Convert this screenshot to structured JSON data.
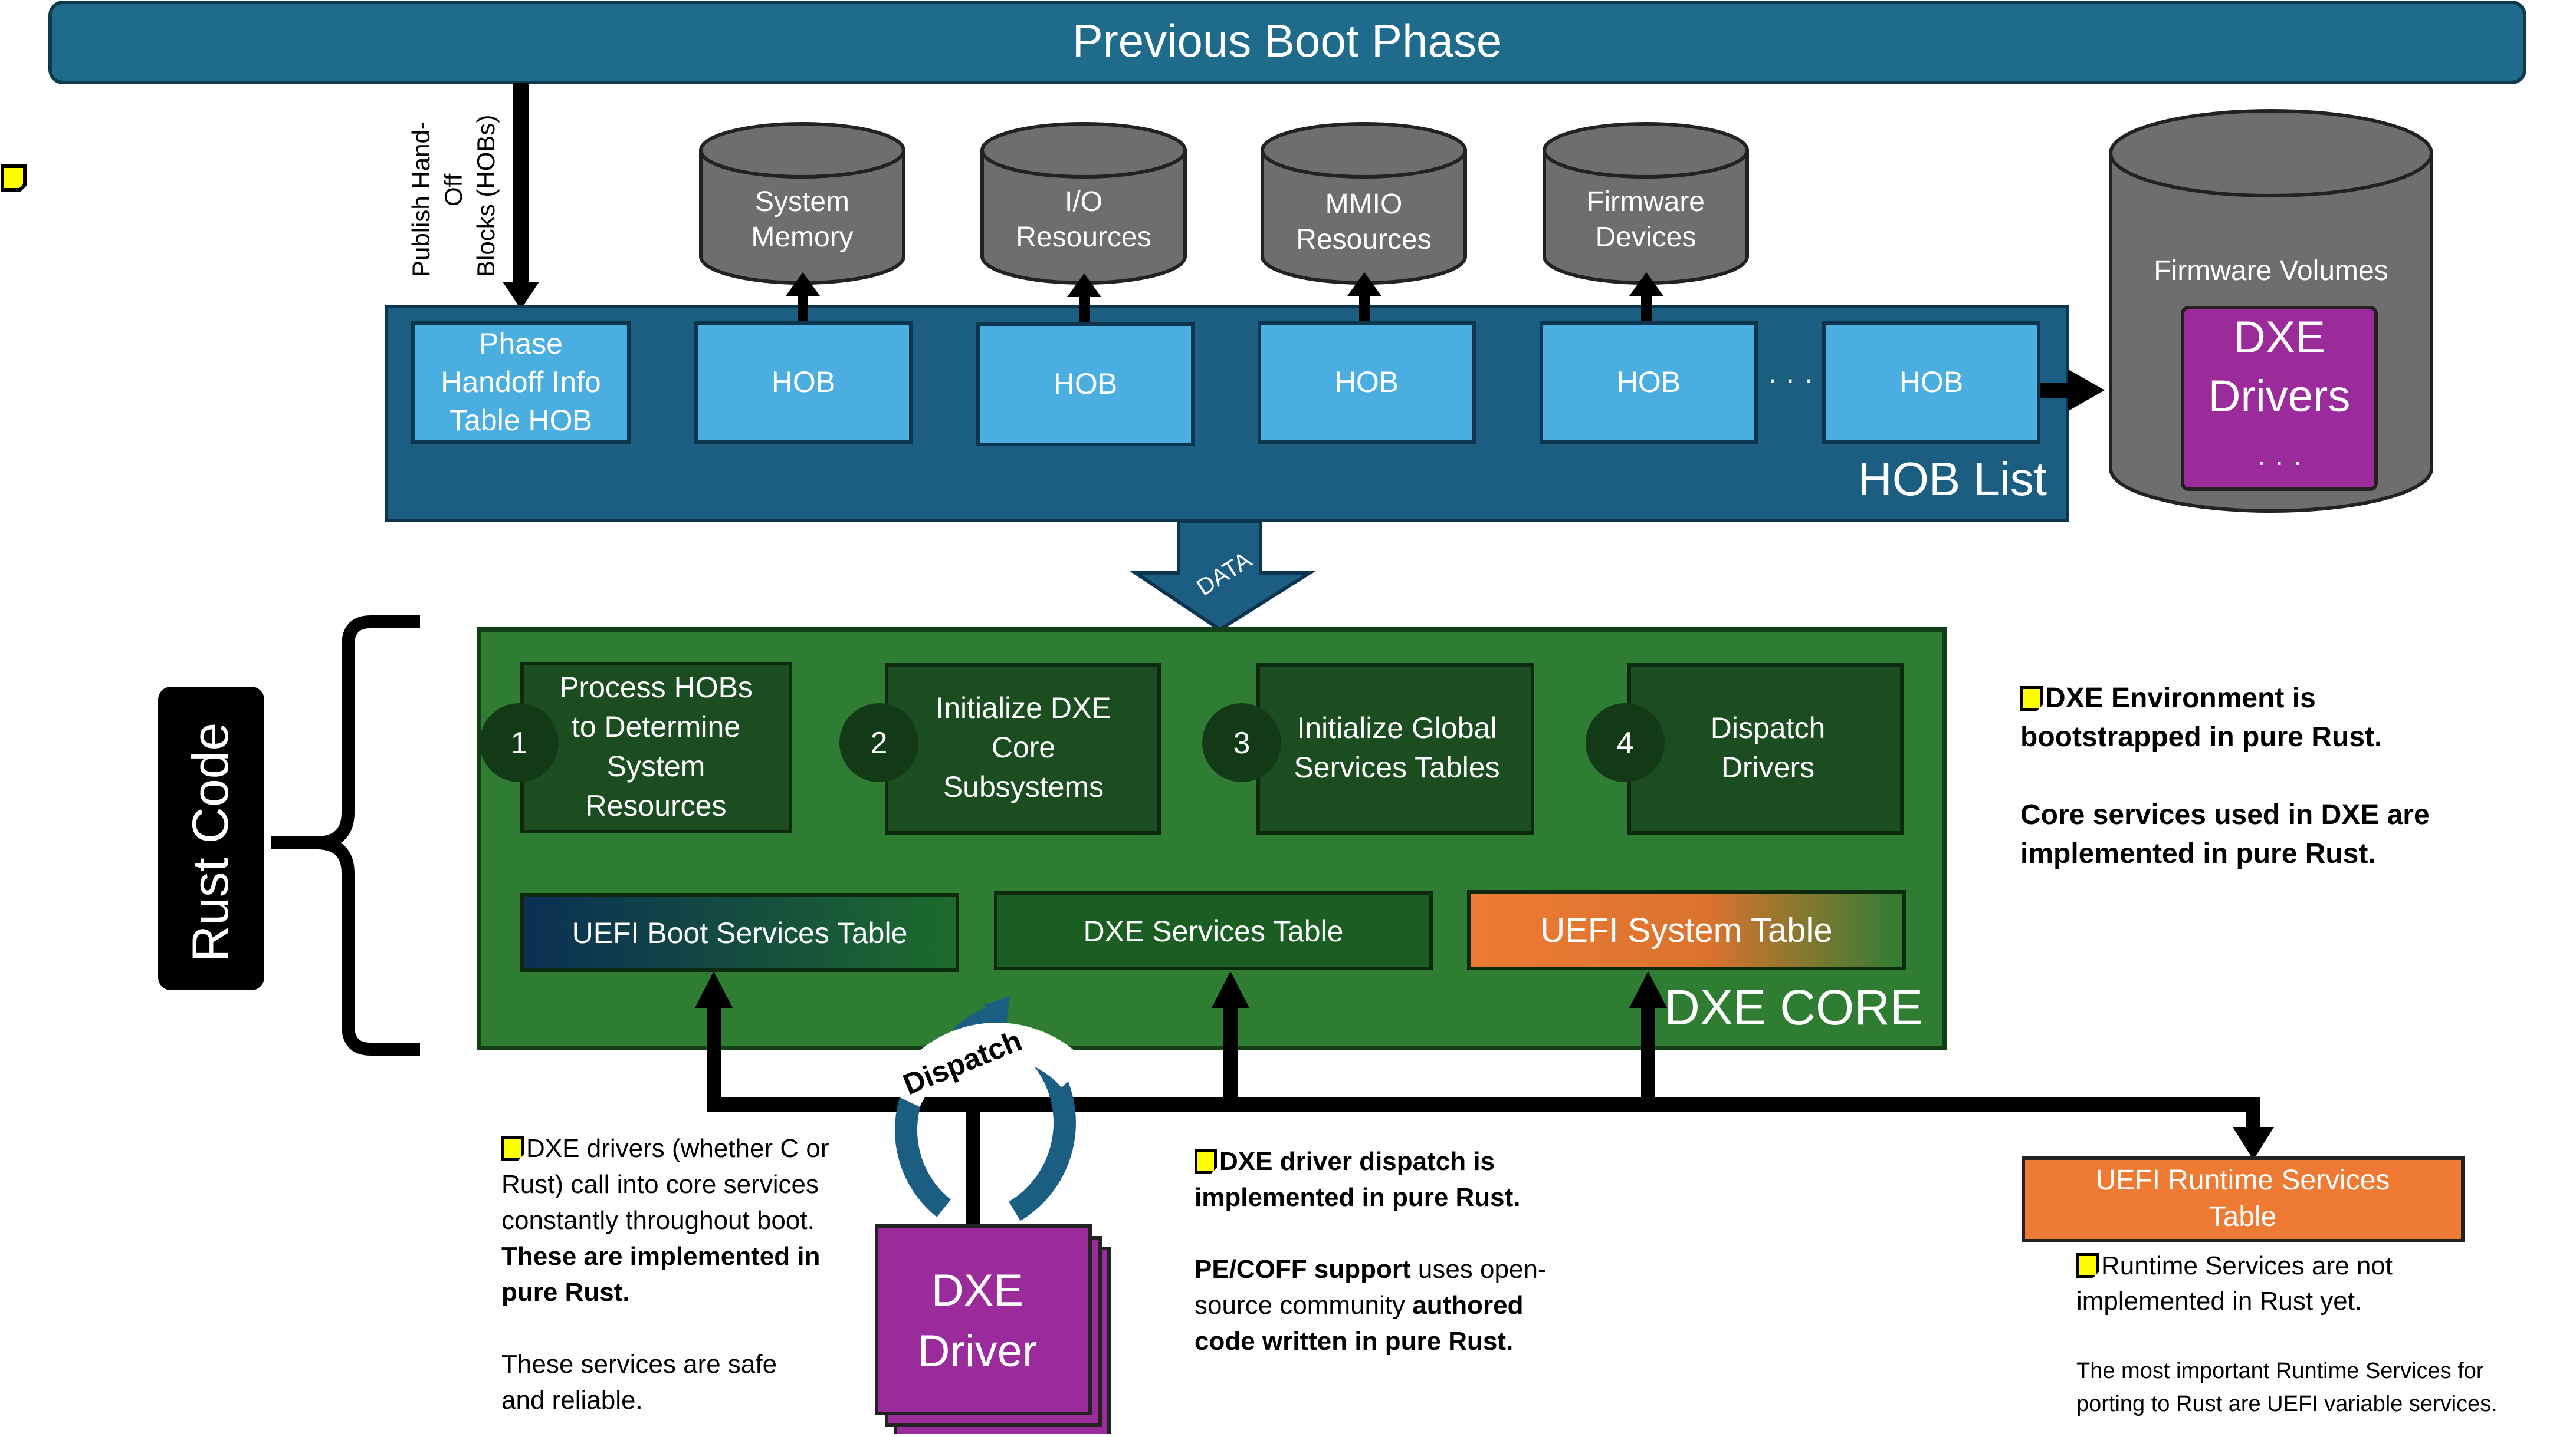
{
  "diagram": {
    "previous_boot_phase": "Previous Boot Phase",
    "publish_label": [
      "Publish Hand-",
      "Off",
      "Blocks (HOBs)"
    ],
    "resources": [
      {
        "line1": "System",
        "line2": "Memory"
      },
      {
        "line1": "I/O",
        "line2": "Resources"
      },
      {
        "line1": "MMIO",
        "line2": "Resources"
      },
      {
        "line1": "Firmware",
        "line2": "Devices"
      }
    ],
    "phit_hob": [
      "Phase",
      "Handoff Info",
      "Table HOB"
    ],
    "hob_label": "HOB",
    "hob_ellipsis": "· · ·",
    "hob_list_label": "HOB List",
    "firmware_volumes": "Firmware Volumes",
    "dxe_drivers": [
      "DXE",
      "Drivers"
    ],
    "fv_ellipsis": "· · ·",
    "data_arrow_label": "DATA",
    "rust_code": "Rust Code",
    "steps": [
      {
        "num": "1",
        "lines": [
          "Process HOBs",
          "to Determine",
          "System",
          "Resources"
        ]
      },
      {
        "num": "2",
        "lines": [
          "Initialize DXE",
          "Core",
          "Subsystems"
        ]
      },
      {
        "num": "3",
        "lines": [
          "Initialize Global",
          "Services Tables"
        ]
      },
      {
        "num": "4",
        "lines": [
          "Dispatch",
          "Drivers"
        ]
      }
    ],
    "boot_services_table": "UEFI Boot Services Table",
    "dxe_services_table": "DXE Services Table",
    "system_table": "UEFI System Table",
    "dxe_core": "DXE CORE",
    "dispatch_label": "Dispatch",
    "dxe_driver": [
      "DXE",
      "Driver"
    ],
    "runtime_table": [
      "UEFI Runtime Services",
      "Table"
    ]
  },
  "notes": {
    "env_line1": "DXE Environment is",
    "env_line2": "bootstrapped in pure Rust.",
    "core_line1": "Core services used in DXE are",
    "core_line2": "implemented in pure Rust.",
    "drivers_l1": "DXE drivers (whether C or",
    "drivers_l2": "Rust) call into core services",
    "drivers_l3": "constantly throughout boot.",
    "drivers_b1": "These are implemented in",
    "drivers_b2": "pure Rust.",
    "safe_l1": "These services are safe",
    "safe_l2": "and reliable.",
    "dispatch_b1": "DXE driver dispatch is",
    "dispatch_b2": "implemented in pure Rust.",
    "pecoff_b1": "PE/COFF support",
    "pecoff_t1": " uses open-",
    "pecoff_t2": "source community ",
    "pecoff_b2": "authored",
    "pecoff_b3": "code written in pure Rust.",
    "runtime_l1": "Runtime Services are not",
    "runtime_l2": "implemented in Rust yet.",
    "important_l1": "The most important Runtime Services for",
    "important_l2": "porting to Rust are UEFI variable services."
  },
  "colors": {
    "boot_phase": "#1f6b8c",
    "hob_list": "#1b5e82",
    "hob_box": "#4aaee0",
    "cylinder": "#6e6e6e",
    "dxe_core": "#2e7d32",
    "step_box": "#1b4d20",
    "driver_purple": "#9b2a9b",
    "system_table": "#ee7a33",
    "runtime_table": "#ee7a33",
    "sticky": "#ffff00"
  }
}
